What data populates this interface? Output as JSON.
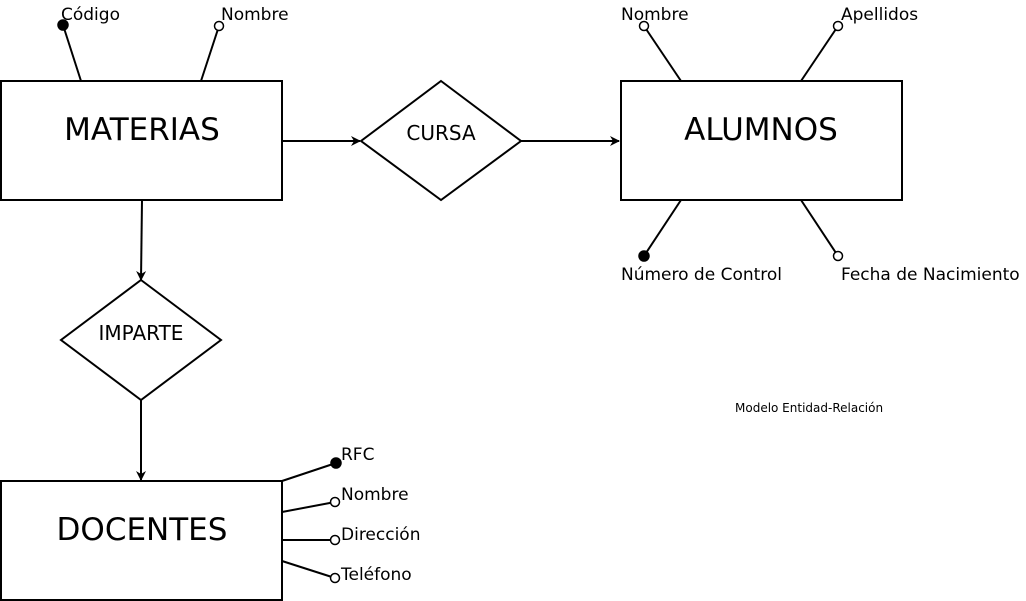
{
  "diagram": {
    "caption": "Modelo Entidad-Relación",
    "entities": {
      "materias": {
        "name": "MATERIAS",
        "attributes": [
          {
            "label": "Código",
            "key": true
          },
          {
            "label": "Nombre",
            "key": false
          }
        ]
      },
      "alumnos": {
        "name": "ALUMNOS",
        "attributes": [
          {
            "label": "Nombre",
            "key": false
          },
          {
            "label": "Apellidos",
            "key": false
          },
          {
            "label": "Número de Control",
            "key": true
          },
          {
            "label": "Fecha de Nacimiento",
            "key": false
          }
        ]
      },
      "docentes": {
        "name": "DOCENTES",
        "attributes": [
          {
            "label": "RFC",
            "key": true
          },
          {
            "label": "Nombre",
            "key": false
          },
          {
            "label": "Dirección",
            "key": false
          },
          {
            "label": "Teléfono",
            "key": false
          }
        ]
      }
    },
    "relationships": {
      "cursa": {
        "name": "CURSA",
        "from": "MATERIAS",
        "to": "ALUMNOS"
      },
      "imparte": {
        "name": "IMPARTE",
        "from": "MATERIAS",
        "to": "DOCENTES"
      }
    }
  }
}
